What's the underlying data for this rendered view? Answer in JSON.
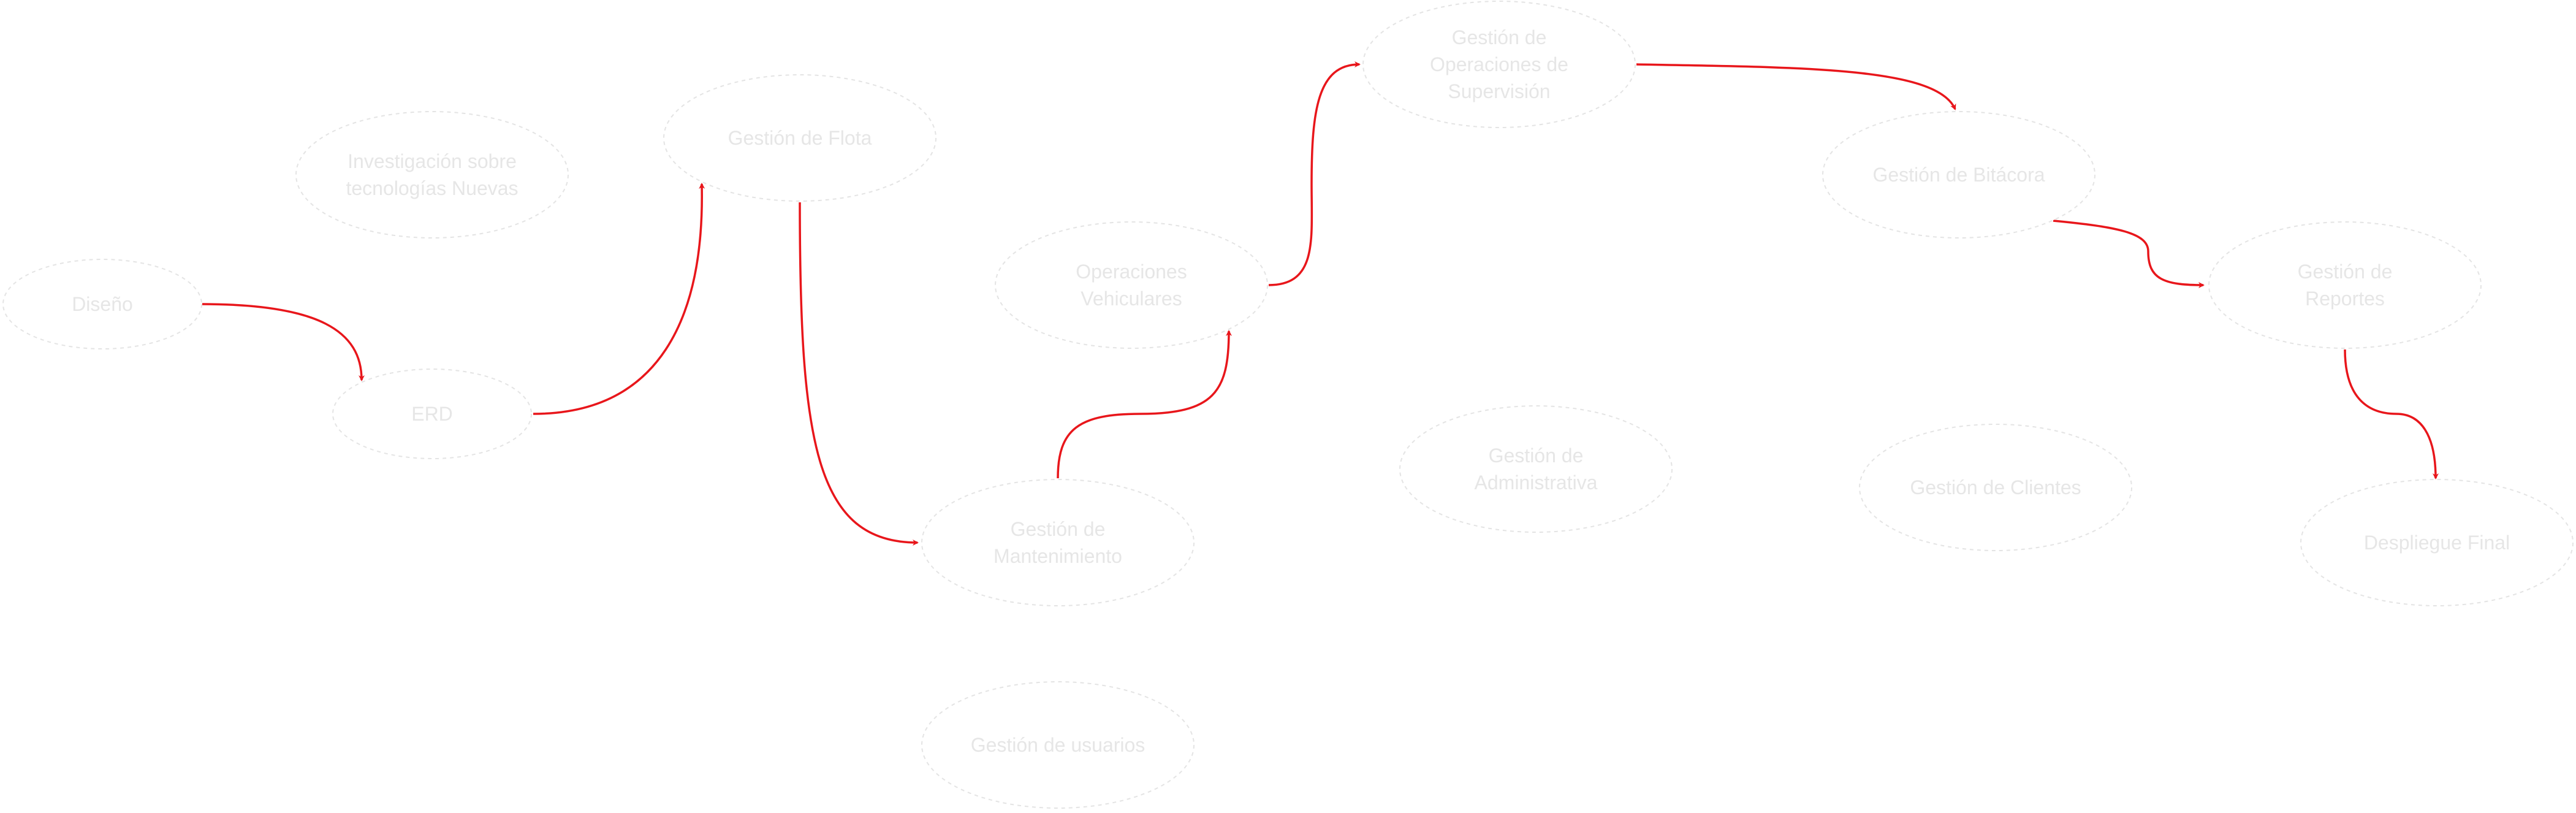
{
  "colors": {
    "edge": "#e8161b",
    "node_border": "#e4e4e4",
    "node_text": "#e6e6e6",
    "background": "#ffffff"
  },
  "nodes": [
    {
      "id": "diseno",
      "lines": [
        "Diseño"
      ]
    },
    {
      "id": "investigacion",
      "lines": [
        "Investigación sobre",
        "tecnologías Nuevas"
      ]
    },
    {
      "id": "erd",
      "lines": [
        "ERD"
      ]
    },
    {
      "id": "flota",
      "lines": [
        "Gestión de Flota"
      ]
    },
    {
      "id": "mantenimiento",
      "lines": [
        "Gestión de",
        "Mantenimiento"
      ]
    },
    {
      "id": "usuarios",
      "lines": [
        "Gestión de usuarios"
      ]
    },
    {
      "id": "operaciones",
      "lines": [
        "Operaciones",
        "Vehiculares"
      ]
    },
    {
      "id": "supervision",
      "lines": [
        "Gestión de",
        "Operaciones de",
        "Supervisión"
      ]
    },
    {
      "id": "administrativa",
      "lines": [
        "Gestión de",
        "Administrativa"
      ]
    },
    {
      "id": "bitacora",
      "lines": [
        "Gestión de Bitácora"
      ]
    },
    {
      "id": "clientes",
      "lines": [
        "Gestión de Clientes"
      ]
    },
    {
      "id": "reportes",
      "lines": [
        "Gestión de",
        "Reportes"
      ]
    },
    {
      "id": "despliegue",
      "lines": [
        "Despliegue Final"
      ]
    }
  ],
  "edges": [
    {
      "from": "diseno",
      "to": "erd"
    },
    {
      "from": "erd",
      "to": "flota"
    },
    {
      "from": "flota",
      "to": "mantenimiento"
    },
    {
      "from": "mantenimiento",
      "to": "operaciones"
    },
    {
      "from": "operaciones",
      "to": "supervision"
    },
    {
      "from": "supervision",
      "to": "bitacora"
    },
    {
      "from": "bitacora",
      "to": "reportes"
    },
    {
      "from": "reportes",
      "to": "despliegue"
    }
  ]
}
